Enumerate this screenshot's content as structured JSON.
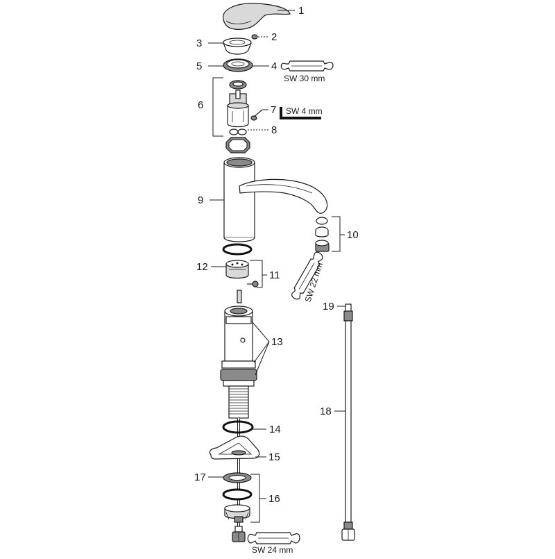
{
  "diagram": {
    "part_labels": {
      "p1": "1",
      "p2": "2",
      "p3": "3",
      "p4": "4",
      "p5": "5",
      "p6": "6",
      "p7": "7",
      "p8": "8",
      "p9": "9",
      "p10": "10",
      "p11": "11",
      "p12": "12",
      "p13": "13",
      "p14": "14",
      "p15": "15",
      "p16": "16",
      "p17": "17",
      "p18": "18",
      "p19": "19"
    },
    "tool_labels": {
      "sw30": "SW 30 mm",
      "sw4": "SW 4 mm",
      "sw22": "SW 22 mm",
      "sw24": "SW 24 mm"
    }
  }
}
